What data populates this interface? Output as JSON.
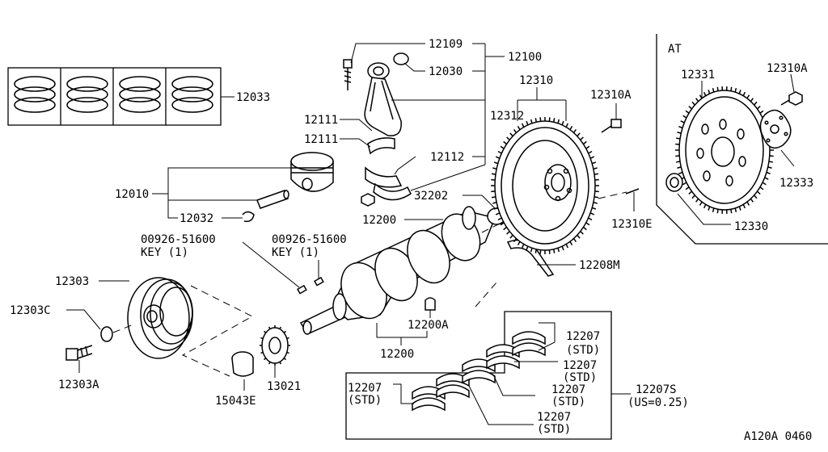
{
  "labels": {
    "p12109": "12109",
    "p12100": "12100",
    "p12030": "12030",
    "p12033": "12033",
    "p12310": "12310",
    "p12312": "12312",
    "p12310A": "12310A",
    "p12111a": "12111",
    "p12111b": "12111",
    "p12112": "12112",
    "p12010": "12010",
    "p32202": "32202",
    "p12032": "12032",
    "p12200top": "12200",
    "p12310E": "12310E",
    "key1_num": "00926-51600",
    "key1_sub": "KEY (1)",
    "key2_num": "00926-51600",
    "key2_sub": "KEY (1)",
    "p12208M": "12208M",
    "p12303": "12303",
    "p12303C": "12303C",
    "p12200A": "12200A",
    "p12200bot": "12200",
    "b1_num": "12207",
    "b1_sub": "(STD)",
    "b2_num": "12207",
    "b2_sub": "(STD)",
    "b3_num": "12207",
    "b3_sub": "(STD)",
    "b4_num": "12207",
    "b4_sub": "(STD)",
    "b5_num": "12207",
    "b5_sub": "(STD)",
    "s_num": "12207S",
    "s_sub": "(US=0.25)",
    "p12303A": "12303A",
    "p15043E": "15043E",
    "p13021": "13021",
    "at_title": "AT",
    "at12331": "12331",
    "at12310A": "12310A",
    "at12333": "12333",
    "at12330": "12330",
    "ref_code": "A120A 0460"
  }
}
